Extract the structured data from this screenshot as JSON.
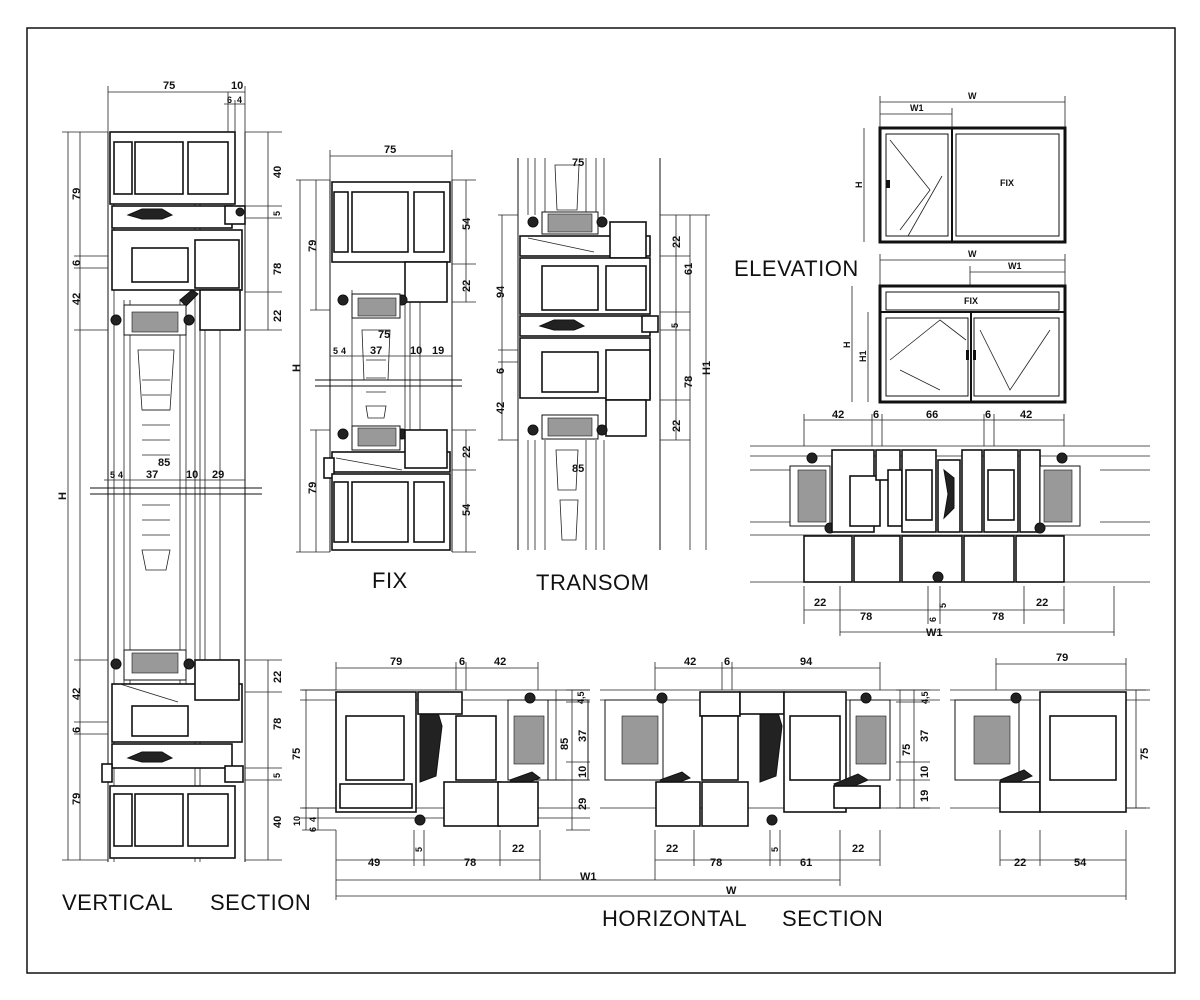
{
  "labels": {
    "vertical": "VERTICAL",
    "section_v": "SECTION",
    "fix": "FIX",
    "transom": "TRANSOM",
    "elevation": "ELEVATION",
    "horizontal": "HORIZONTAL",
    "section_h": "SECTION"
  },
  "elevation": {
    "w": "W",
    "w1": "W1",
    "h": "H",
    "h1": "H1",
    "fix": "FIX"
  },
  "vertical_dims": {
    "top_75": "75",
    "top_10": "10",
    "top_6": "6",
    "top_4": "4",
    "left_79a": "79",
    "left_6a": "6",
    "left_42a": "42",
    "right_40a": "40",
    "right_5a": "5",
    "right_78a": "78",
    "right_22a": "22",
    "mid_5": "5",
    "mid_4": "4",
    "mid_37": "37",
    "mid_85": "85",
    "mid_10": "10",
    "mid_29": "29",
    "h": "H",
    "left_42b": "42",
    "left_6b": "6",
    "left_79b": "79",
    "right_22b": "22",
    "right_78b": "78",
    "right_5b": "5",
    "right_40b": "40"
  },
  "fix_dims": {
    "top_75": "75",
    "left_79a": "79",
    "right_54a": "54",
    "right_22a": "22",
    "mid_75": "75",
    "mid_5": "5",
    "mid_4": "4",
    "mid_37": "37",
    "mid_10": "10",
    "mid_19": "19",
    "h": "H",
    "right_22b": "22",
    "left_79b": "79",
    "right_54b": "54"
  },
  "transom_dims": {
    "top_75": "75",
    "left_94": "94",
    "right_22a": "22",
    "right_61": "61",
    "right_5": "5",
    "left_6": "6",
    "left_42": "42",
    "right_78": "78",
    "h1": "H1",
    "right_22b": "22",
    "mid_85": "85"
  },
  "section_dims": {
    "top_42a": "42",
    "top_6a": "6",
    "top_66": "66",
    "top_6b": "6",
    "top_42b": "42",
    "bot_22a": "22",
    "bot_78a": "78",
    "bot_6": "6",
    "bot_5": "5",
    "bot_78b": "78",
    "bot_22b": "22",
    "w1": "W1"
  },
  "horizontal_dims": {
    "top_79a": "79",
    "top_6a": "6",
    "top_42a": "42",
    "top_42b": "42",
    "top_6b": "6",
    "top_94": "94",
    "top_79b": "79",
    "left_75": "75",
    "left_10": "10",
    "left_4": "4",
    "left_6": "6",
    "right_45a": "4,5",
    "right_37a": "37",
    "right_85": "85",
    "right_10a": "10",
    "right_29": "29",
    "right_75": "75",
    "right_45b": "4,5",
    "right_37b": "37",
    "right_10b": "10",
    "right_19": "19",
    "far_75": "75",
    "bot_49": "49",
    "bot_5a": "5",
    "bot_78a": "78",
    "bot_22a": "22",
    "bot_22b": "22",
    "bot_78b": "78",
    "bot_5b": "5",
    "bot_61": "61",
    "bot_22c": "22",
    "bot_22d": "22",
    "bot_54": "54",
    "w1": "W1",
    "w": "W"
  }
}
